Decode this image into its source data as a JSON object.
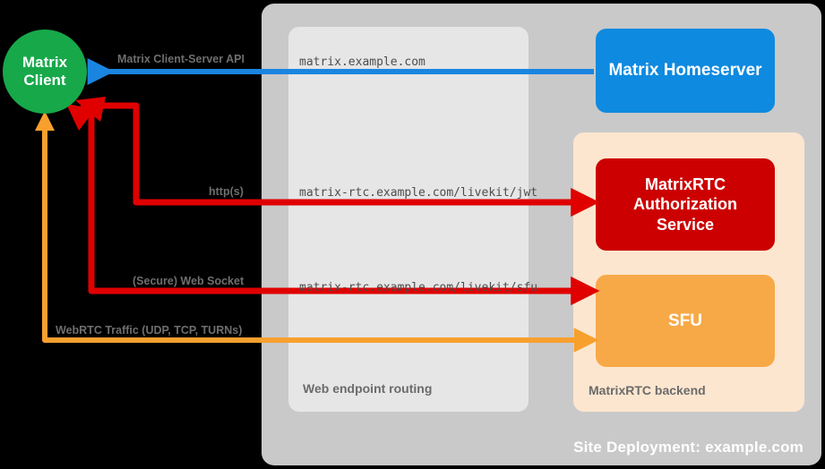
{
  "diagram": {
    "site_panel": {
      "label": "Site Deployment: example.com"
    },
    "routing_panel": {
      "label": "Web endpoint routing"
    },
    "backend_panel": {
      "label": "MatrixRTC backend"
    },
    "nodes": {
      "client": {
        "line1": "Matrix",
        "line2": "Client",
        "color": "#17a84a"
      },
      "homeserver": {
        "label": "Matrix Homeserver",
        "color": "#0e8ae0"
      },
      "auth": {
        "label": "MatrixRTC\nAuthorization\nService",
        "line1": "MatrixRTC",
        "line2": "Authorization",
        "line3": "Service",
        "color": "#cc0000"
      },
      "sfu": {
        "label": "SFU",
        "color": "#f7a947"
      }
    },
    "flows": [
      {
        "name": "matrix-client-server-api",
        "protocol_label": "Matrix Client-Server API",
        "endpoint": "matrix.example.com",
        "color": "#1a85e0"
      },
      {
        "name": "matrixrtc-authorization",
        "protocol_label": "http(s)",
        "endpoint": "matrix-rtc.example.com/livekit/jwt",
        "color": "#e00000"
      },
      {
        "name": "matrixrtc-sfu-signalling",
        "protocol_label": "(Secure) Web Socket",
        "endpoint": "matrix-rtc.example.com/livekit/sfu",
        "color": "#e00000"
      },
      {
        "name": "webrtc-media",
        "protocol_label": "WebRTC Traffic (UDP, TCP, TURNs)",
        "endpoint": "",
        "color": "#f7a02e"
      }
    ]
  }
}
